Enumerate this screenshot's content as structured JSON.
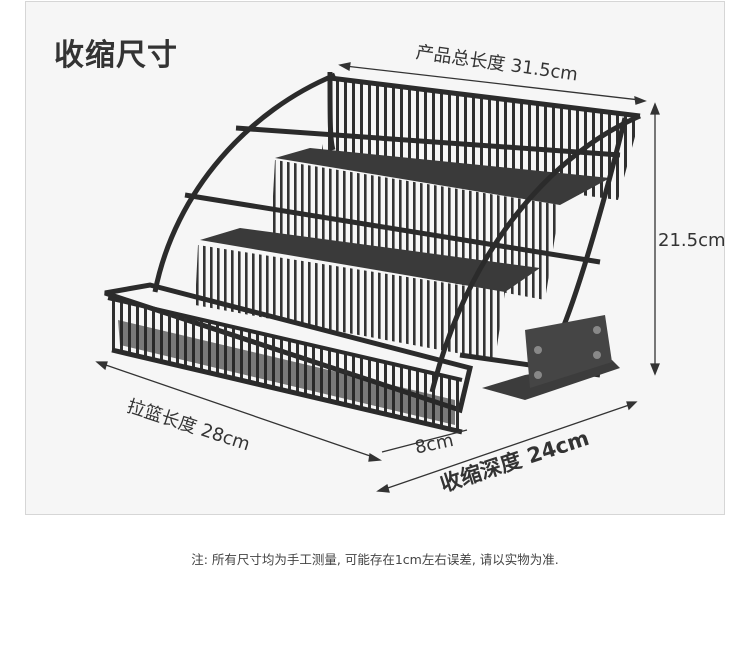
{
  "title": "收缩尺寸",
  "dimensions": {
    "total_length": "产品总长度 31.5cm",
    "height": "21.5cm",
    "basket_length": "拉篮长度 28cm",
    "small_depth": "8cm",
    "collapsed_depth": "收缩深度 24cm"
  },
  "note": "注: 所有尺寸均为手工测量, 可能存在1cm左右误差, 请以实物为准."
}
